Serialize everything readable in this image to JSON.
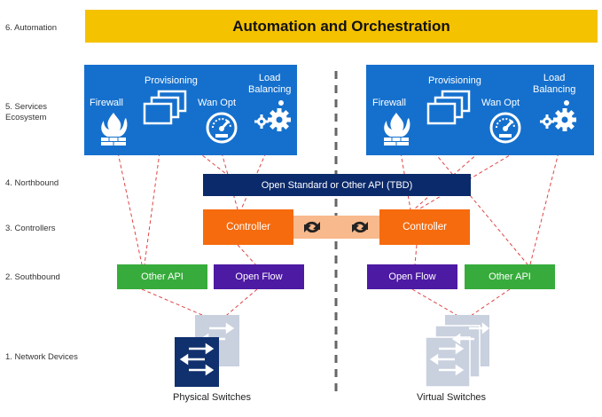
{
  "layers": [
    {
      "label": "6. Automation"
    },
    {
      "label": "5. Services\nEcosystem"
    },
    {
      "label": "4. Northbound"
    },
    {
      "label": "3. Controllers"
    },
    {
      "label": "2. Southbound"
    },
    {
      "label": "1. Network Devices"
    }
  ],
  "banner": {
    "title": "Automation and Orchestration"
  },
  "services": {
    "left": {
      "firewall": "Firewall",
      "provisioning": "Provisioning",
      "wan_opt": "Wan Opt",
      "load_balancing": "Load\nBalancing"
    },
    "right": {
      "firewall": "Firewall",
      "provisioning": "Provisioning",
      "wan_opt": "Wan Opt",
      "load_balancing": "Load\nBalancing"
    }
  },
  "northbound": {
    "label": "Open Standard or Other API (TBD)"
  },
  "controllers": {
    "left": "Controller",
    "right": "Controller"
  },
  "southbound": {
    "left": {
      "other_api": "Other API",
      "open_flow": "Open Flow"
    },
    "right": {
      "open_flow": "Open Flow",
      "other_api": "Other API"
    }
  },
  "devices": {
    "physical": "Physical Switches",
    "virtual": "Virtual Switches"
  },
  "colors": {
    "banner": "#f5c200",
    "services": "#1570cd",
    "northbound": "#0b2a6b",
    "controller": "#f66b0e",
    "link": "#f8b98c",
    "other_api": "#37ac3c",
    "open_flow": "#4d1aa4",
    "connector": "#e04545",
    "divider": "#666666",
    "physical_switch": "#10306e",
    "virtual_switch": "#c9d0de"
  }
}
